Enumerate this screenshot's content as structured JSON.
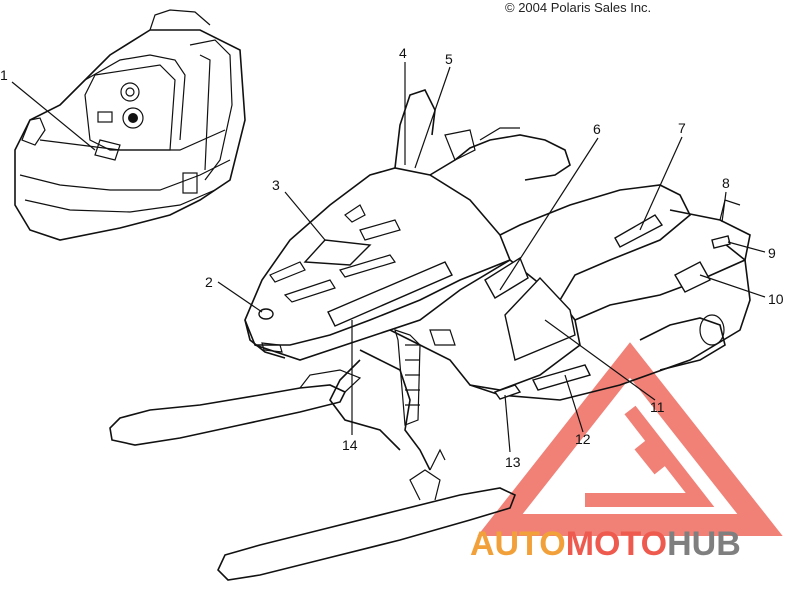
{
  "copyright": "© 2004 Polaris Sales Inc.",
  "callouts": [
    {
      "id": "1",
      "label": "1"
    },
    {
      "id": "2",
      "label": "2"
    },
    {
      "id": "3",
      "label": "3"
    },
    {
      "id": "4",
      "label": "4"
    },
    {
      "id": "5",
      "label": "5"
    },
    {
      "id": "6",
      "label": "6"
    },
    {
      "id": "7",
      "label": "7"
    },
    {
      "id": "8",
      "label": "8"
    },
    {
      "id": "9",
      "label": "9"
    },
    {
      "id": "10",
      "label": "10"
    },
    {
      "id": "11",
      "label": "11"
    },
    {
      "id": "12",
      "label": "12"
    },
    {
      "id": "13",
      "label": "13"
    },
    {
      "id": "14",
      "label": "14"
    }
  ],
  "watermark": {
    "part1": "AUTO",
    "part2": "MOTO",
    "part3": "HUB",
    "color_orange": "#f2a13a",
    "color_red": "#ef5a4f",
    "color_gray": "#7f7f7f"
  }
}
